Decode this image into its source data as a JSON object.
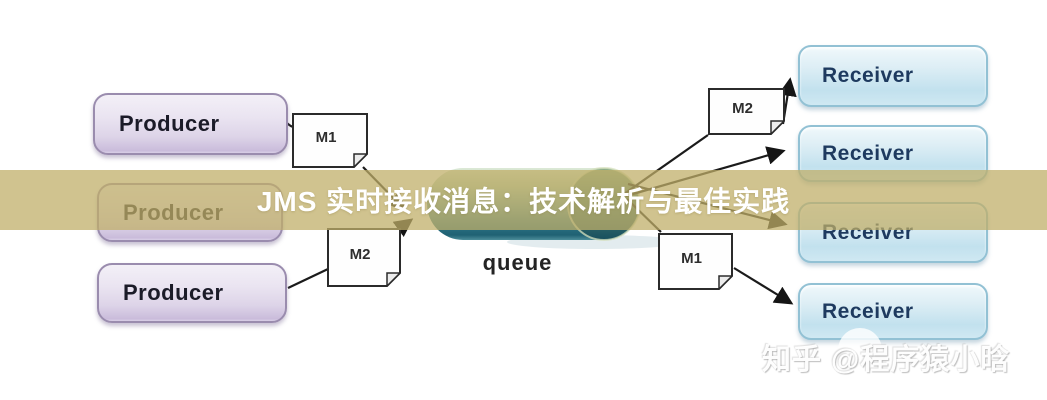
{
  "banner": {
    "title": "JMS 实时接收消息：技术解析与最佳实践",
    "bg_color": "#c0ae68"
  },
  "watermark": {
    "text": "知乎 @程序猿小晗"
  },
  "diagram": {
    "producers": [
      {
        "label": "Producer"
      },
      {
        "label": "Producer"
      },
      {
        "label": "Producer"
      }
    ],
    "receivers": [
      {
        "label": "Receiver"
      },
      {
        "label": "Receiver"
      },
      {
        "label": "Receiver"
      },
      {
        "label": "Receiver"
      }
    ],
    "messages": {
      "m1_left": "M1",
      "m2_left": "M2",
      "m2_right": "M2",
      "m1_right": "M1"
    },
    "queue": {
      "label": "queue"
    }
  },
  "colors": {
    "producer_fill": "#ddd4e8",
    "producer_border": "#9a8cae",
    "receiver_fill": "#c2e1ee",
    "receiver_border": "#92c1d4",
    "queue_teal_dark": "#1f6173",
    "queue_teal_light": "#b3cdb4",
    "line": "#1b1b1b"
  }
}
